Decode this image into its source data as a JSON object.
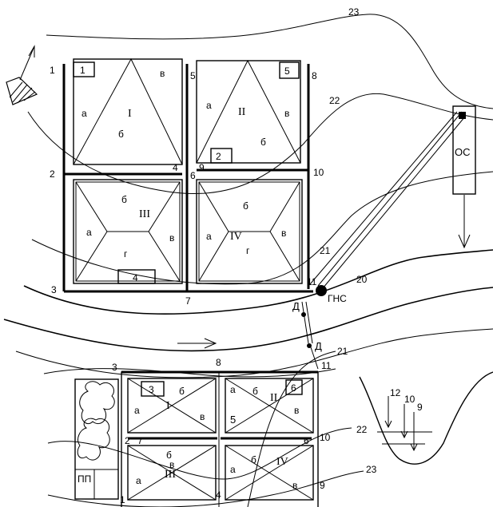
{
  "markers": {
    "m23_top": "23",
    "m22_top": "22",
    "m21_top": "21",
    "m20": "20",
    "m1": "1",
    "m2": "2",
    "m3": "3",
    "m4": "4",
    "m5": "5",
    "m6": "6",
    "m7": "7",
    "m8": "8",
    "m9": "9",
    "m10": "10",
    "m11": "11",
    "m3_b": "3",
    "m8_b": "8",
    "m11_b": "11",
    "m21_b": "21",
    "m22_b": "22",
    "m23_b": "23",
    "m2_b": "2",
    "m7_b": "7",
    "m6_b": "6",
    "m10_b": "10",
    "m9_b": "9",
    "m4_b": "4",
    "m1_b": "1",
    "m5_b": "5",
    "m12_r": "12",
    "m10_r": "10",
    "m9_r": "9"
  },
  "top_fields": {
    "I": {
      "num": "1",
      "roman": "I",
      "a": "а",
      "b": "б",
      "v": "в"
    },
    "II": {
      "num": "5",
      "num2": "2",
      "roman": "II",
      "a": "а",
      "b": "б",
      "v": "в"
    },
    "III": {
      "num": "4",
      "roman": "III",
      "a": "а",
      "b": "б",
      "v": "в",
      "g": "г"
    },
    "IV": {
      "roman": "IV",
      "a": "а",
      "b": "б",
      "v": "в",
      "g": "г"
    }
  },
  "bottom_fields": {
    "I": {
      "num": "3",
      "roman": "I",
      "a": "а",
      "b": "б",
      "v": "в"
    },
    "II": {
      "num": "6",
      "roman": "II",
      "a": "а",
      "b": "б",
      "v": "в"
    },
    "III": {
      "roman": "III",
      "a": "а",
      "b": "б",
      "v": "в"
    },
    "IV": {
      "roman": "IV",
      "a": "а",
      "b": "б",
      "v": "в"
    }
  },
  "labels": {
    "os": "ОС",
    "gns": "ГНС",
    "d1": "Д",
    "d2": "Д",
    "pp": "ПП"
  }
}
